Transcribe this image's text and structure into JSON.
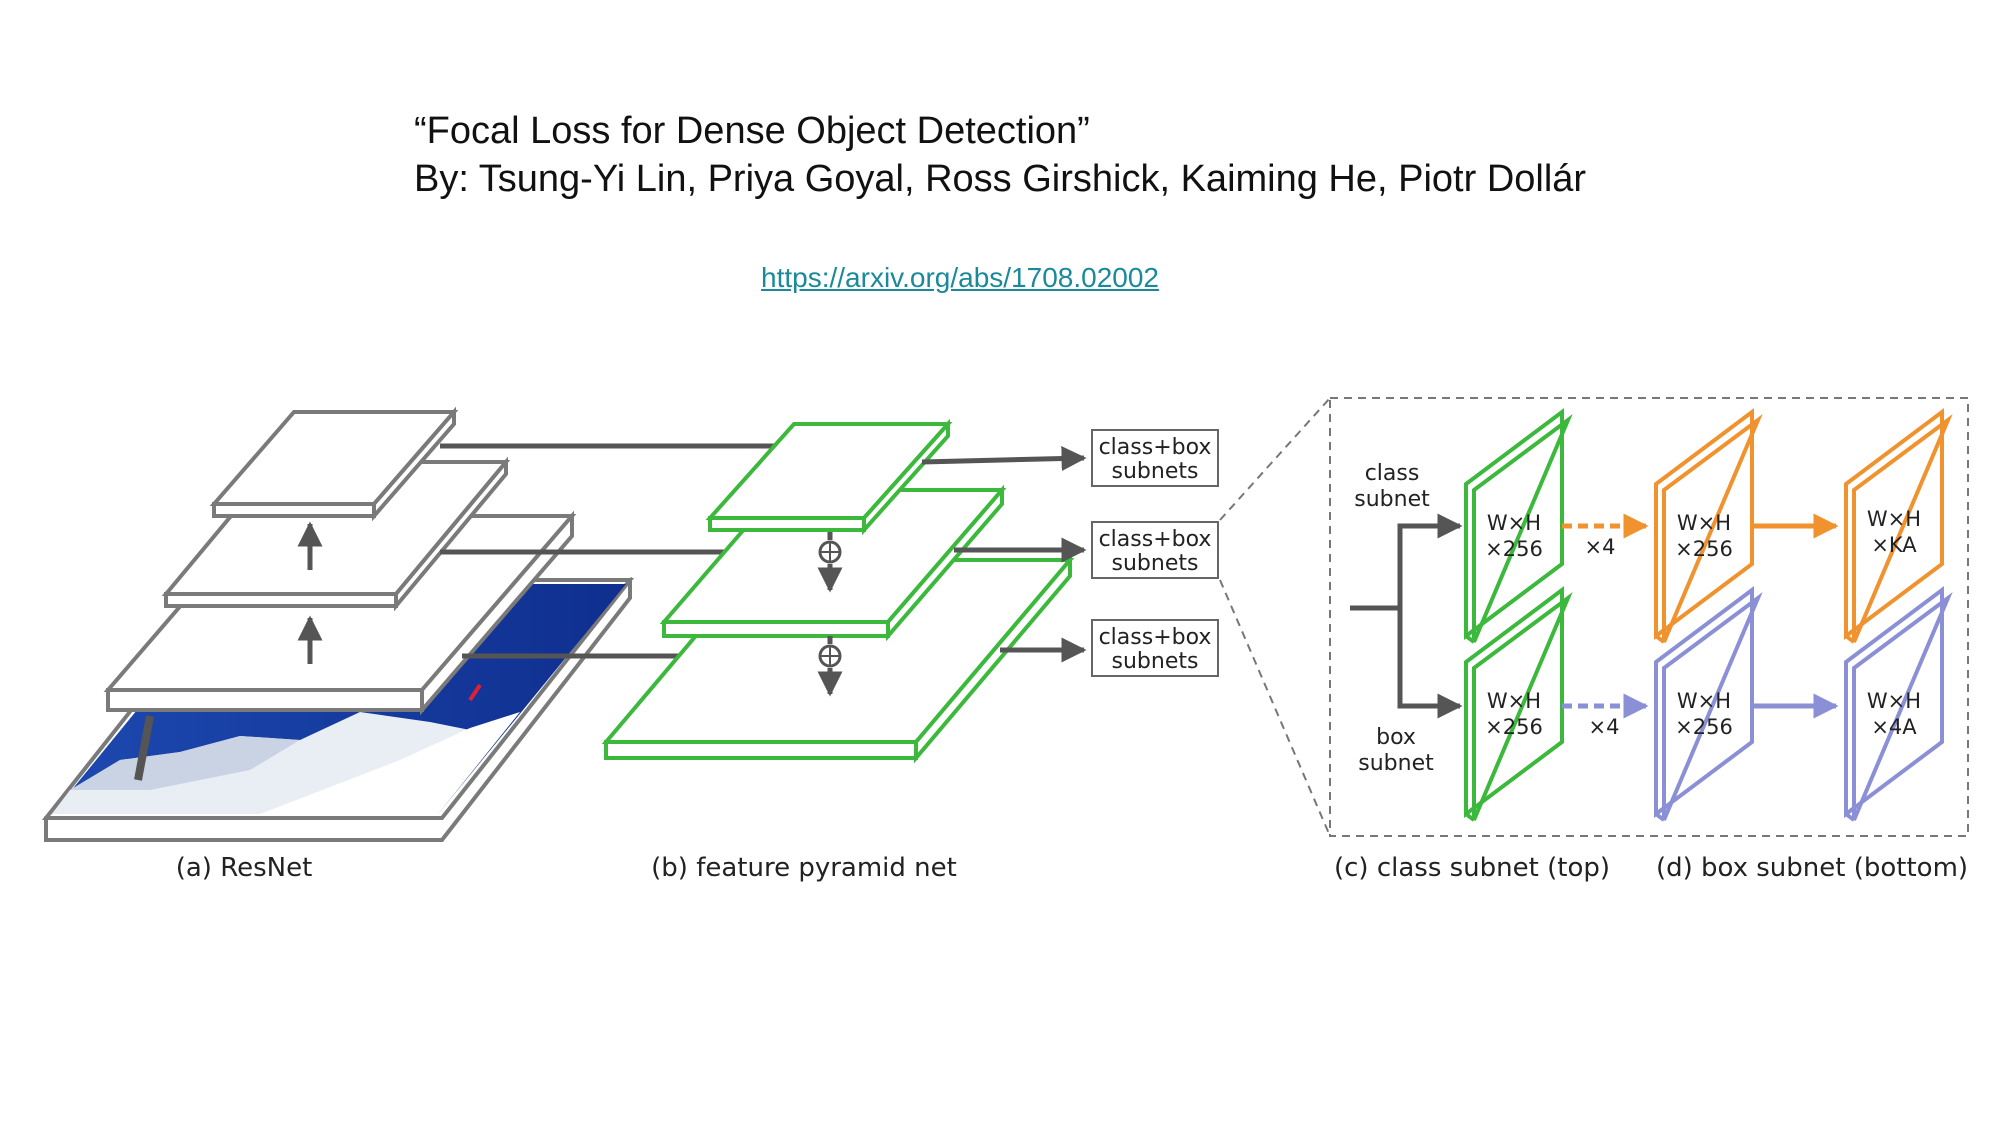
{
  "header": {
    "title": "“Focal Loss for Dense Object Detection”",
    "authors": "By: Tsung-Yi Lin, Priya Goyal, Ross Girshick, Kaiming He, Piotr Dollár",
    "link": "https://arxiv.org/abs/1708.02002"
  },
  "figure": {
    "captions": {
      "a": "(a) ResNet",
      "b": "(b) feature pyramid net",
      "c": "(c) class subnet (top)",
      "d": "(d) box subnet (bottom)"
    },
    "subnet_box_line1": "class+box",
    "subnet_box_line2": "subnets",
    "class_subnet_label": [
      "class",
      "subnet"
    ],
    "box_subnet_label": [
      "box",
      "subnet"
    ],
    "feat_line1": "W×H",
    "feat_line2": "×256",
    "repeat": "×4",
    "class_out_line2": "×KA",
    "box_out_line2": "×4A",
    "colors": {
      "resnet": "#7a7a7a",
      "fpn": "#3cb93c",
      "class_subnet": "#f0922e",
      "box_subnet": "#8a8fd6",
      "arrow": "#555555",
      "link": "#1a8a9a"
    }
  }
}
